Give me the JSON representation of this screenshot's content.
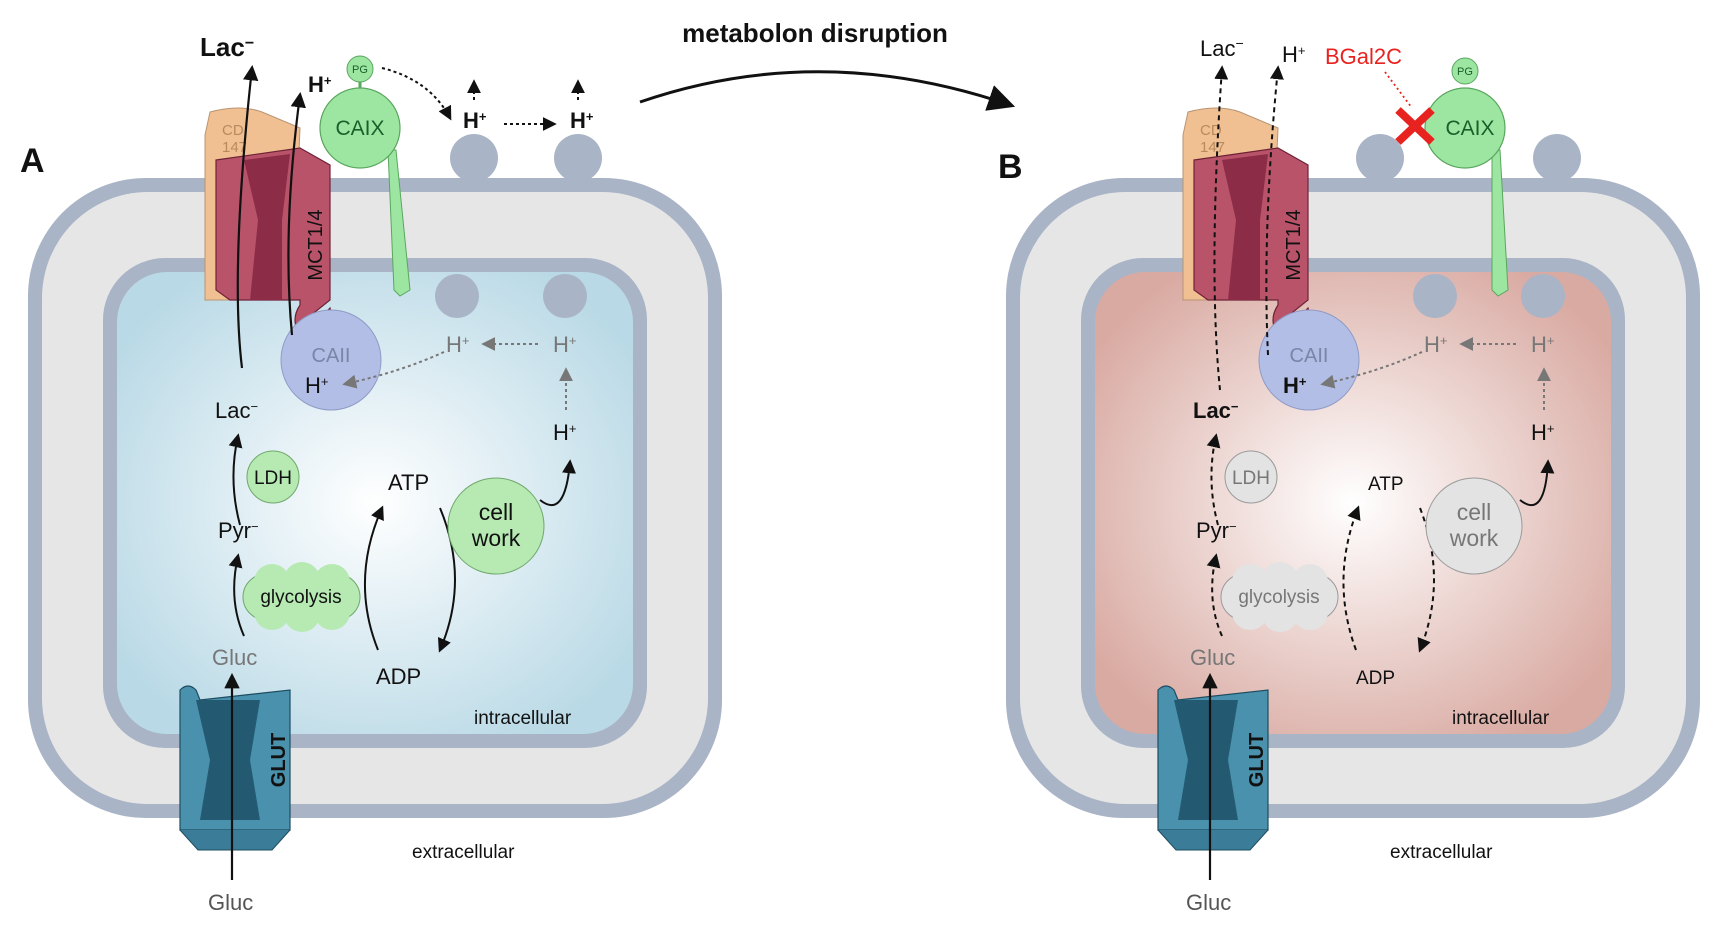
{
  "title": "metabolon disruption",
  "colors": {
    "membrane": "#a9b4c6",
    "periplasm": "#e6e6e6",
    "cytoplasm_a": "#bcdbe6",
    "cytoplasm_b": "#dcaea6",
    "mct": "#b9536a",
    "mct_dark": "#8d2c47",
    "cd147": "#f0c092",
    "caix": "#9de6a2",
    "caii": "#b3bee6",
    "glut": "#4a91ad",
    "glut_dark": "#235a72",
    "enzyme_active": "#b6eab2",
    "enzyme_inactive": "#e3e3e3",
    "inhibitor": "#e8231f"
  },
  "panelA": {
    "letter": "A",
    "lac_out": "Lac",
    "lac_out_sup": "−",
    "h_out1": "H",
    "h_out2": "H",
    "h_out3": "H",
    "h_sup": "+",
    "pg": "PG",
    "caix": "CAIX",
    "cd147_1": "CD",
    "cd147_2": "147",
    "mct": "MCT1/4",
    "caii": "CAII",
    "h_caii": "H",
    "h_in1": "H",
    "h_in2": "H",
    "h_work": "H",
    "lac_in": "Lac",
    "lac_in_sup": "−",
    "ldh": "LDH",
    "pyr": "Pyr",
    "pyr_sup": "−",
    "glycolysis": "glycolysis",
    "gluc_in": "Gluc",
    "atp": "ATP",
    "adp": "ADP",
    "cell_work_1": "cell",
    "cell_work_2": "work",
    "glut": "GLUT",
    "intracellular": "intracellular",
    "extracellular": "extracellular",
    "gluc_out": "Gluc"
  },
  "panelB": {
    "letter": "B",
    "lac_out": "Lac",
    "lac_out_sup": "−",
    "h_out": "H",
    "h_sup": "+",
    "inhibitor": "BGal2C",
    "pg": "PG",
    "caix": "CAIX",
    "cd147_1": "CD",
    "cd147_2": "147",
    "mct": "MCT1/4",
    "caii": "CAII",
    "h_caii": "H",
    "h_in1": "H",
    "h_in2": "H",
    "h_work": "H",
    "lac_in": "Lac",
    "lac_in_sup": "−",
    "ldh": "LDH",
    "pyr": "Pyr",
    "pyr_sup": "−",
    "glycolysis": "glycolysis",
    "gluc_in": "Gluc",
    "atp": "ATP",
    "adp": "ADP",
    "cell_work_1": "cell",
    "cell_work_2": "work",
    "glut": "GLUT",
    "intracellular": "intracellular",
    "extracellular": "extracellular",
    "gluc_out": "Gluc"
  }
}
